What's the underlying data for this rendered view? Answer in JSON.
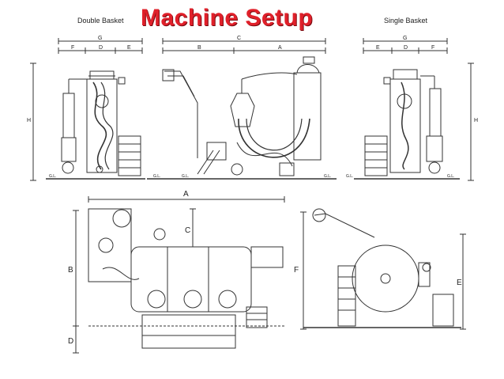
{
  "slide": {
    "title": "Machine Setup",
    "label_double": "Double Basket",
    "label_single": "Single Basket"
  },
  "dimension_letters": {
    "top_left": [
      "G",
      "F",
      "D",
      "E",
      "H"
    ],
    "top_middle": [
      "C",
      "B",
      "A"
    ],
    "top_right": [
      "G",
      "E",
      "D",
      "F",
      "H"
    ],
    "ground_level": "G.L.",
    "bottom_left": [
      "A",
      "B",
      "C",
      "D"
    ],
    "bottom_right": [
      "F",
      "E"
    ]
  },
  "colors": {
    "title": "#e0202a",
    "line": "#333333"
  }
}
